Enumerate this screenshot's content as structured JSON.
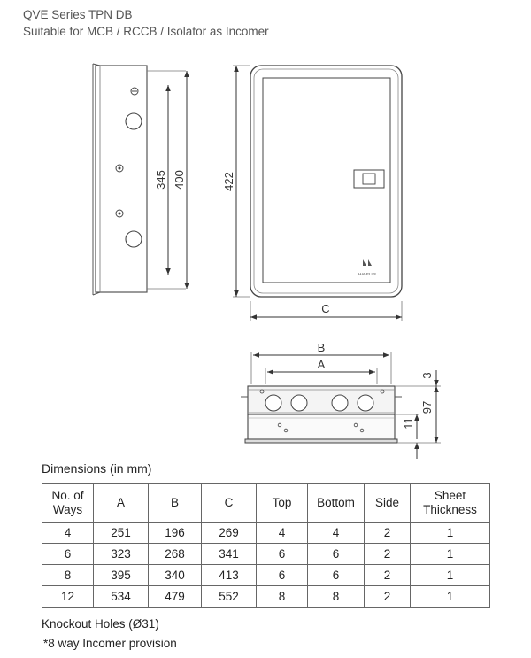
{
  "header": {
    "title": "QVE Series TPN DB",
    "subtitle": "Suitable for MCB / RCCB / Isolator as Incomer"
  },
  "drawing": {
    "side_view": {
      "dim_inner": "345",
      "dim_outer": "400"
    },
    "front_view": {
      "dim_height": "422",
      "dim_width": "C",
      "brand": "HAVELLS"
    },
    "top_view": {
      "dim_b": "B",
      "dim_a": "A",
      "dim_top": "3",
      "dim_depth": "97",
      "dim_bottom": "11"
    }
  },
  "dimensions": {
    "title": "Dimensions (in mm)",
    "headers": [
      "No. of Ways",
      "A",
      "B",
      "C",
      "Top",
      "Bottom",
      "Side",
      "Sheet Thickness"
    ],
    "rows": [
      [
        "4",
        "251",
        "196",
        "269",
        "4",
        "4",
        "2",
        "1"
      ],
      [
        "6",
        "323",
        "268",
        "341",
        "6",
        "6",
        "2",
        "1"
      ],
      [
        "8",
        "395",
        "340",
        "413",
        "6",
        "6",
        "2",
        "1"
      ],
      [
        "12",
        "534",
        "479",
        "552",
        "8",
        "8",
        "2",
        "1"
      ]
    ]
  },
  "notes": {
    "knockout": "Knockout Holes (Ø31)",
    "incomer": "*8 way Incomer provision"
  }
}
